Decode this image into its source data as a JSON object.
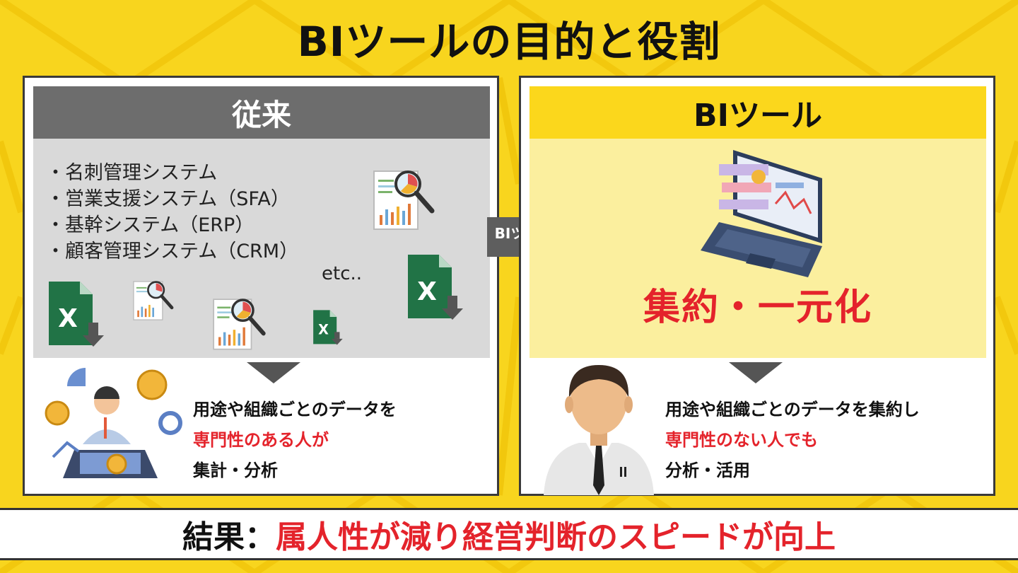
{
  "title": "BIツールの目的と役割",
  "left": {
    "header": "従来",
    "systems": [
      "・名刺管理システム",
      "・営業支援システム（SFA）",
      "・基幹システム（ERP）",
      "・顧客管理システム（CRM）"
    ],
    "etc": "etc..",
    "desc_line1": "用途や組織ごとのデータを",
    "desc_line2": "専門性のある人が",
    "desc_line3": "集計・分析"
  },
  "arrow_label": "BIツール",
  "right": {
    "header": "BIツール",
    "highlight": "集約・一元化",
    "desc_line1": "用途や組織ごとのデータを集約し",
    "desc_line2": "専門性のない人でも",
    "desc_line3": "分析・活用"
  },
  "result": {
    "label": "結果：",
    "text": "属人性が減り経営判断のスピードが向上"
  },
  "icons": {
    "excel_letter": "X"
  },
  "colors": {
    "background": "#f8d51e",
    "accent_red": "#e4232b",
    "excel_green": "#217346",
    "header_gray": "#6d6d6d",
    "header_yellow": "#fbd71c"
  }
}
